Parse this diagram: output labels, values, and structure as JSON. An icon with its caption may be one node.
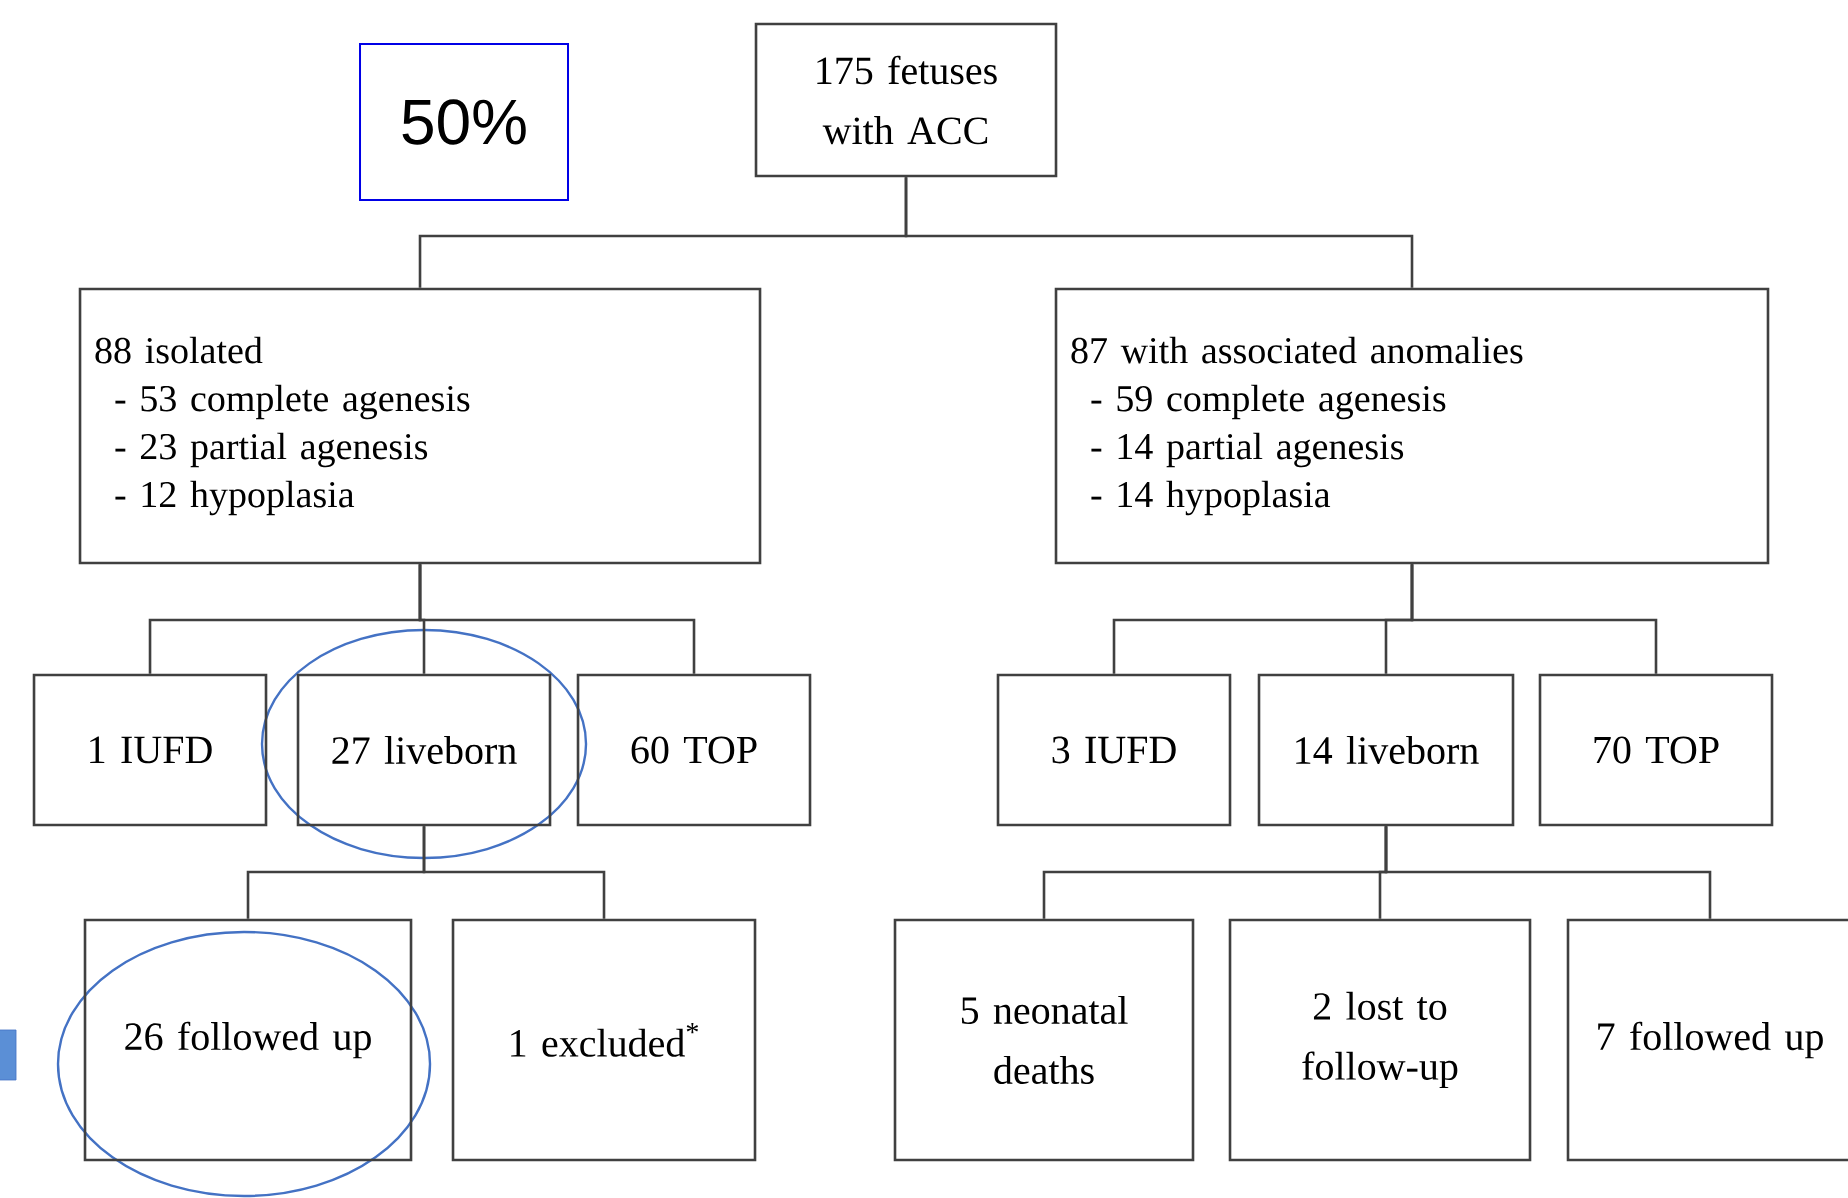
{
  "diagram": {
    "nodes": [
      {
        "text": [
          "175 fetuses with ACC"
        ]
      },
      {
        "text": [
          "88 isolated",
          "- 53 complete agenesis",
          "- 23 partial agenesis",
          "- 12 hypoplasia"
        ]
      },
      {
        "text": [
          "87 with associated anomalies",
          "- 59 complete agenesis",
          "- 14 partial agenesis",
          "- 14 hypoplasia"
        ]
      },
      {
        "text": [
          "1 IUFD"
        ]
      },
      {
        "text": [
          "27 liveborn"
        ]
      },
      {
        "text": [
          "60 TOP"
        ]
      },
      {
        "text": [
          "3 IUFD"
        ]
      },
      {
        "text": [
          "14 liveborn"
        ]
      },
      {
        "text": [
          "70 TOP"
        ]
      },
      {
        "text": [
          "26 followed up"
        ]
      },
      {
        "text": [
          "1 excluded$^{*}$"
        ]
      },
      {
        "text": [
          "5 neonatal deaths"
        ]
      },
      {
        "text": [
          "2 lost to follow-up"
        ]
      },
      {
        "text": [
          "7 followed up"
        ]
      },
      {
        "text": [
          "50%"
        ]
      }
    ],
    "edges": [
      {
        "from": 0,
        "to": 1,
        "arrow": "none"
      },
      {
        "from": 0,
        "to": 2,
        "arrow": "none"
      },
      {
        "from": 1,
        "to": 3,
        "arrow": "none"
      },
      {
        "from": 1,
        "to": 4,
        "arrow": "none"
      },
      {
        "from": 1,
        "to": 5,
        "arrow": "none"
      },
      {
        "from": 2,
        "to": 6,
        "arrow": "none"
      },
      {
        "from": 2,
        "to": 7,
        "arrow": "none"
      },
      {
        "from": 2,
        "to": 8,
        "arrow": "none"
      },
      {
        "from": 4,
        "to": 9,
        "arrow": "none"
      },
      {
        "from": 4,
        "to": 10,
        "arrow": "none"
      },
      {
        "from": 7,
        "to": 11,
        "arrow": "none"
      },
      {
        "from": 7,
        "to": 12,
        "arrow": "none"
      },
      {
        "from": 7,
        "to": 13,
        "arrow": "none"
      }
    ]
  }
}
